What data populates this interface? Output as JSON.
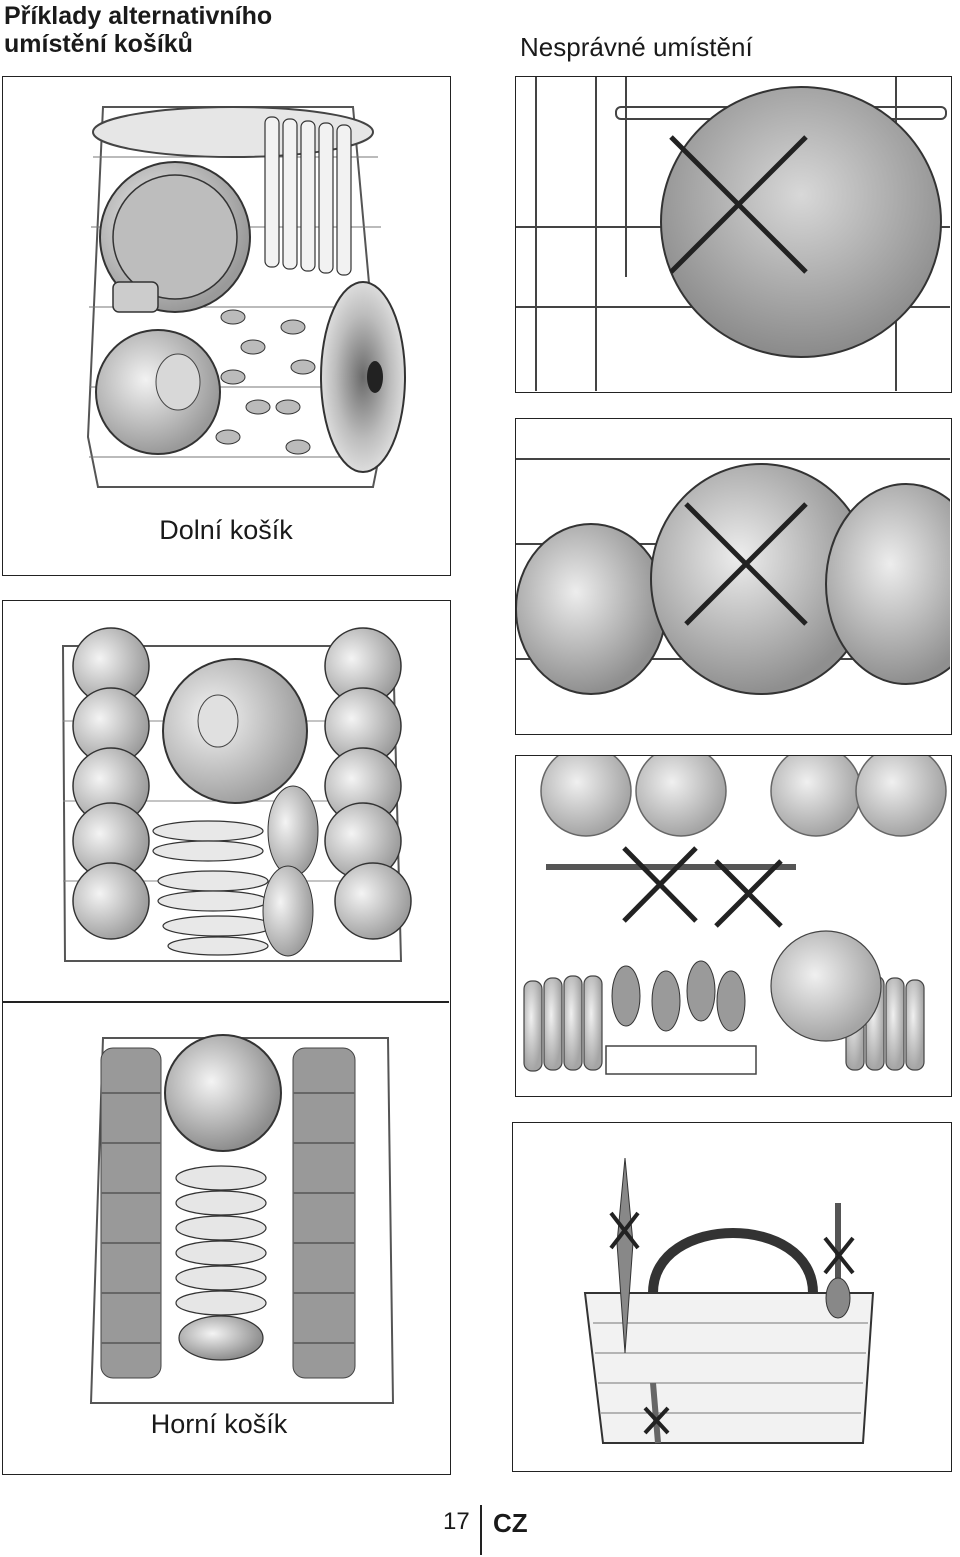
{
  "page": {
    "title_line1": "Příklady alternativního",
    "title_line2": "umístění košíků",
    "right_heading": "Nesprávné umístění"
  },
  "panels": {
    "lower_caption": "Dolní košík",
    "upper_caption": "Horní košík"
  },
  "footer": {
    "page_number": "17",
    "language": "CZ"
  }
}
